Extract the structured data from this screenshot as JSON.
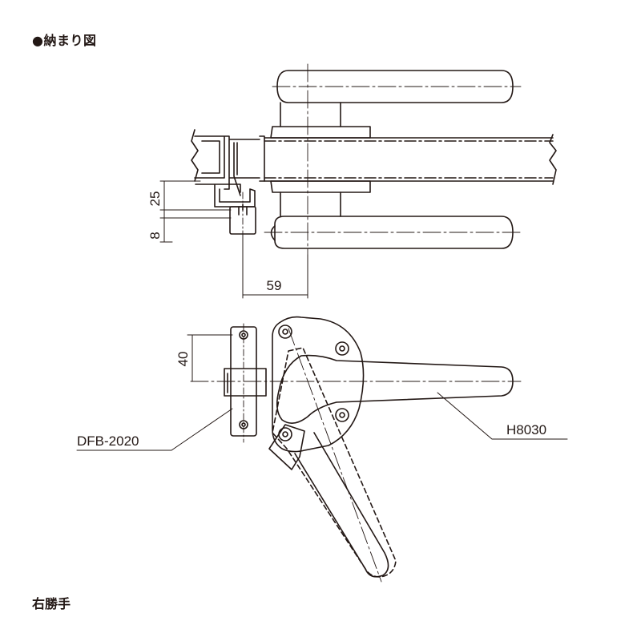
{
  "header": {
    "title": "●納まり図"
  },
  "footer": {
    "hand": "右勝手"
  },
  "dimensions": {
    "d25": "25",
    "d8": "8",
    "d59": "59",
    "d40": "40"
  },
  "callouts": {
    "strike_model": "DFB-2020",
    "handle_model": "H8030"
  },
  "colors": {
    "line": "#231815"
  }
}
